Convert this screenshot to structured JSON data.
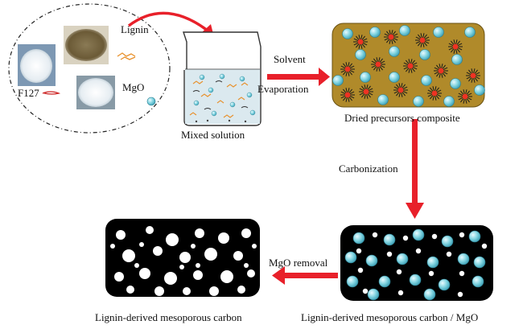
{
  "labels": {
    "lignin": "Lignin",
    "f127": "F127",
    "mgo": "MgO",
    "mixed_solution": "Mixed solution",
    "solvent": "Solvent",
    "evaporation": "Evaporation",
    "dried_composite": "Dried precursors composite",
    "carbonization": "Carbonization",
    "mgo_removal": "MgO removal",
    "carbon_mgo": "Lignin-derived mesoporous carbon / MgO",
    "carbon": "Lignin-derived mesoporous carbon"
  },
  "colors": {
    "arrow": "#e8202a",
    "composite_bg": "#b08a2a",
    "carbon_bg": "#000000",
    "mgo_sphere": "#7fd3e0",
    "micelle_core": "#ee3322",
    "pore": "#ffffff"
  },
  "icons": {
    "beaker": "beaker-icon",
    "f127_photo": "f127-powder-image",
    "lignin_photo": "lignin-powder-image",
    "mgo_photo": "mgo-powder-image"
  }
}
